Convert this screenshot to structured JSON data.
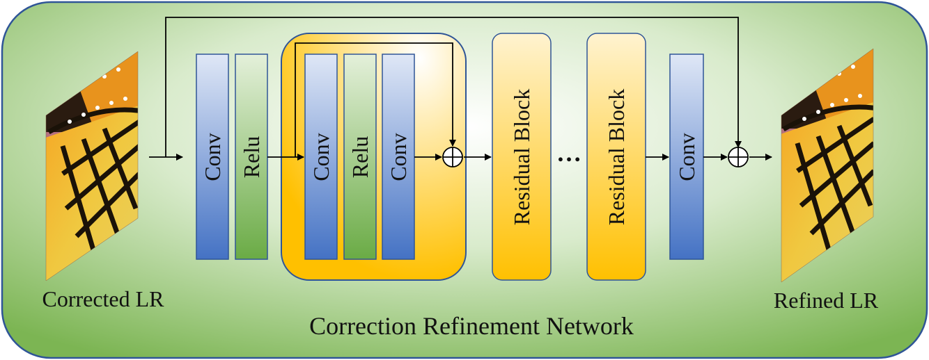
{
  "input_image_label": "Corrected LR",
  "output_image_label": "Refined LR",
  "network_title": "Correction Refinement Network",
  "layers": {
    "conv_1": "Conv",
    "relu_1": "Relu",
    "res_conv_a": "Conv",
    "res_relu": "Relu",
    "res_conv_b": "Conv",
    "residual_block_1": "Residual Block",
    "ellipsis": "…",
    "residual_block_2": "Residual Block",
    "conv_final": "Conv"
  },
  "symbols": {
    "sum_operator": "circled-plus-icon"
  },
  "colors": {
    "panel_border": "#2f5597",
    "conv_layer": "#4472c4",
    "relu_layer": "#70ad47",
    "residual_block": "#ffc000",
    "panel_background": "#70ad47"
  }
}
